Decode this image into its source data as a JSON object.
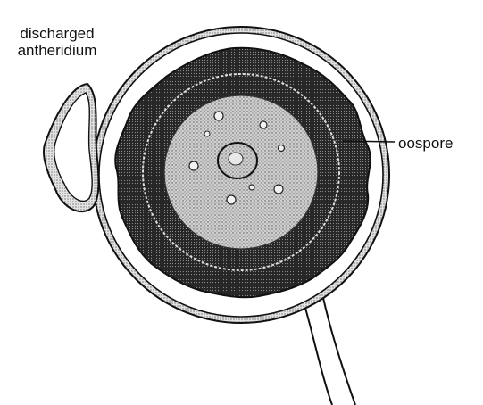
{
  "labels": {
    "discharged_line1": "discharged",
    "discharged_line2": "antheridium",
    "oospore": "oospore"
  },
  "colors": {
    "ink": "#111111",
    "wall_fill": "#d9d9d9",
    "dark_layer": "#2b2b2b",
    "cytoplasm": "#bdbdbd"
  }
}
